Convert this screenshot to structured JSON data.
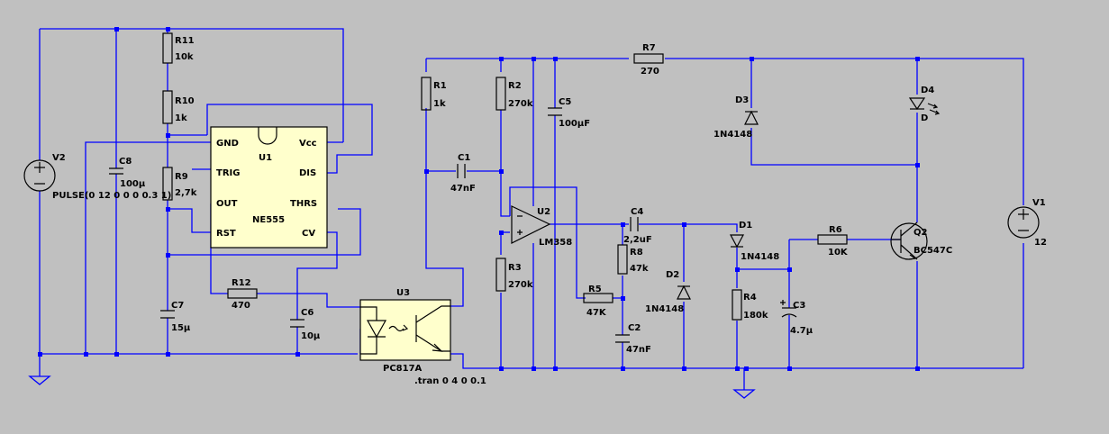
{
  "background": "#c0c0c0",
  "colors": {
    "wire": "#0000ff",
    "part": "#000000",
    "chip": "#ffffcc"
  },
  "sources": {
    "V2": {
      "name": "V2",
      "value": "PULSE(0 12 0 0 0 0.3 1)"
    },
    "V1": {
      "name": "V1",
      "value": "12"
    }
  },
  "resistors": {
    "R11": {
      "name": "R11",
      "value": "10k"
    },
    "R10": {
      "name": "R10",
      "value": "1k"
    },
    "R9": {
      "name": "R9",
      "value": "2,7k"
    },
    "R12": {
      "name": "R12",
      "value": "470"
    },
    "R1": {
      "name": "R1",
      "value": "1k"
    },
    "R2": {
      "name": "R2",
      "value": "270k"
    },
    "R3": {
      "name": "R3",
      "value": "270k"
    },
    "R5": {
      "name": "R5",
      "value": "47K"
    },
    "R8": {
      "name": "R8",
      "value": "47k"
    },
    "R4": {
      "name": "R4",
      "value": "180k"
    },
    "R6": {
      "name": "R6",
      "value": "10K"
    },
    "R7": {
      "name": "R7",
      "value": "270"
    }
  },
  "capacitors": {
    "C8": {
      "name": "C8",
      "value": "100µ"
    },
    "C7": {
      "name": "C7",
      "value": "15µ"
    },
    "C6": {
      "name": "C6",
      "value": "10µ"
    },
    "C1": {
      "name": "C1",
      "value": "47nF"
    },
    "C5": {
      "name": "C5",
      "value": "100µF"
    },
    "C4": {
      "name": "C4",
      "value": "2,2uF"
    },
    "C2": {
      "name": "C2",
      "value": "47nF"
    },
    "C3": {
      "name": "C3",
      "value": "4.7µ"
    }
  },
  "diodes": {
    "D1": {
      "name": "D1",
      "value": "1N4148"
    },
    "D2": {
      "name": "D2",
      "value": "1N4148"
    },
    "D3": {
      "name": "D3",
      "value": "1N4148"
    },
    "D4": {
      "name": "D4",
      "value": "D"
    }
  },
  "u1": {
    "name": "U1",
    "part": "NE555",
    "pins": {
      "gnd": "GND",
      "trig": "TRIG",
      "out": "OUT",
      "rst": "RST",
      "vcc": "Vcc",
      "dis": "DIS",
      "thrs": "THRS",
      "cv": "CV"
    }
  },
  "u2": {
    "name": "U2",
    "part": "LM358"
  },
  "u3": {
    "name": "U3",
    "part": "PC817A"
  },
  "q2": {
    "name": "Q2",
    "part": "BC547C"
  },
  "directive": ".tran 0 4 0 0.1"
}
